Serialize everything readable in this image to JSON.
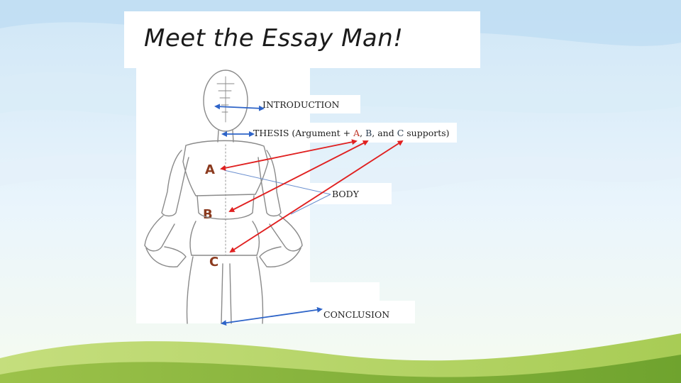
{
  "slide": {
    "title": "Meet the Essay Man!"
  },
  "labels": {
    "introduction": "INTRODUCTION",
    "thesis_prefix": "THESIS (Argument + ",
    "thesis_a": "A",
    "thesis_sep1": ", ",
    "thesis_b": "B",
    "thesis_sep2": ", and ",
    "thesis_c": "C",
    "thesis_suffix": " supports)",
    "body": "BODY",
    "conclusion": "CONCLUSION"
  },
  "markers": {
    "a": "A",
    "b": "B",
    "c": "C"
  },
  "colors": {
    "arrow_red": "#e02020",
    "arrow_blue": "#2e64c8",
    "marker": "#8b3a1e",
    "sketch": "#8a8a8a"
  }
}
